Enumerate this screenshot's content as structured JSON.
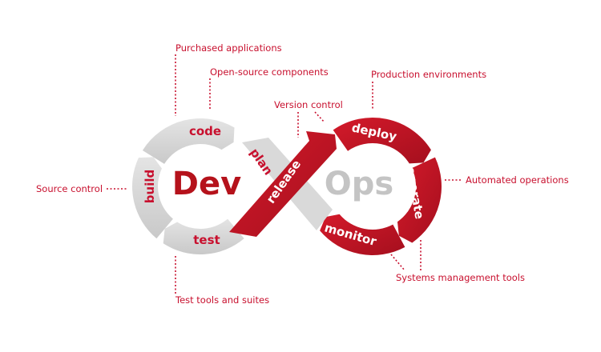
{
  "colors": {
    "red": "#c8102e",
    "dark_red": "#a50f1e",
    "gray": "#d6d6d6",
    "gray_text": "#c4c4c4"
  },
  "center": {
    "dev": "Dev",
    "ops": "Ops"
  },
  "segments": {
    "code": "code",
    "build": "build",
    "test": "test",
    "plan": "plan",
    "release": "release",
    "deploy": "deploy",
    "operate": "operate",
    "monitor": "monitor"
  },
  "callouts": {
    "purchased": "Purchased applications",
    "open_source": "Open-source components",
    "version_control": "Version control",
    "production": "Production environments",
    "source_control": "Source control",
    "automated": "Automated operations",
    "systems_mgmt": "Systems management tools",
    "test_tools": "Test tools and suites"
  }
}
